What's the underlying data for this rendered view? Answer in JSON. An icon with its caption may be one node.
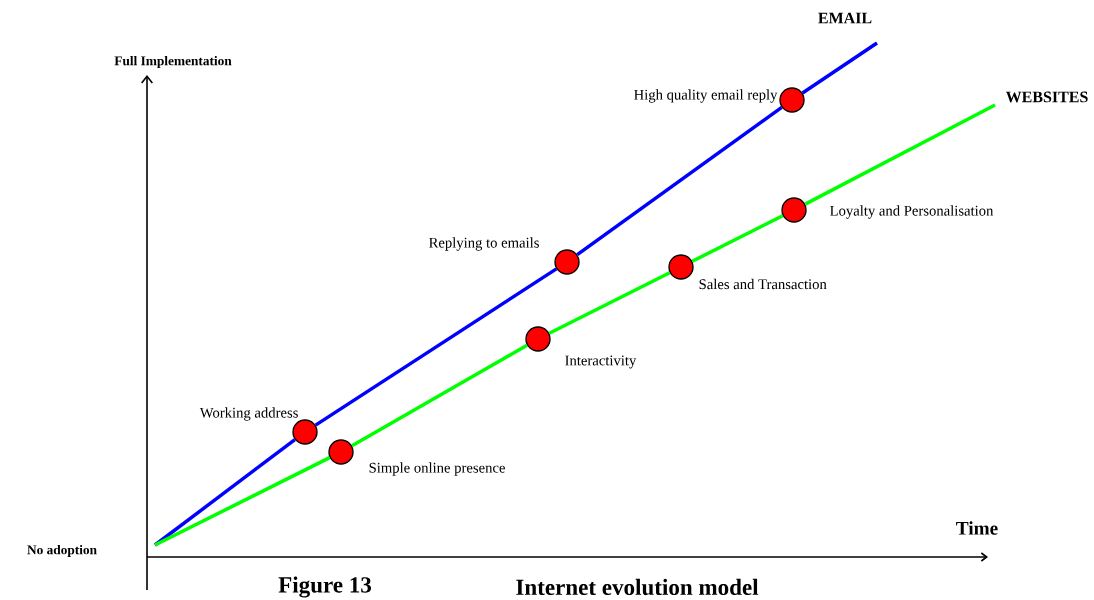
{
  "diagram": {
    "caption": "Internet evolution model",
    "nodes": [
      {
        "text": [],
        "shape": "circle",
        "beside": [
          "High quality email reply"
        ]
      },
      {
        "text": [],
        "shape": "circle",
        "beside": [
          "Loyalty and Personalisation"
        ]
      },
      {
        "text": [],
        "shape": "circle",
        "beside": [
          "Replying  to emails"
        ]
      },
      {
        "text": [],
        "shape": "circle",
        "beside": [
          "Sales and Transaction"
        ]
      },
      {
        "text": [],
        "shape": "circle",
        "beside": [
          "Interactivity"
        ]
      },
      {
        "text": [],
        "shape": "circle",
        "beside": [
          "Working address"
        ]
      },
      {
        "text": [],
        "shape": "circle",
        "beside": [
          "Simple online presence"
        ]
      }
    ],
    "edges": [
      {
        "from": null,
        "to": 5,
        "arrow": "none",
        "color": "#0000ff"
      },
      {
        "from": 5,
        "to": 2,
        "arrow": "none",
        "color": "#0000ff"
      },
      {
        "from": 2,
        "to": 0,
        "arrow": "none",
        "color": "#0000ff"
      },
      {
        "from": 0,
        "to": null,
        "arrow": "none",
        "color": "#0000ff"
      },
      {
        "from": null,
        "to": 6,
        "arrow": "none",
        "color": "#00ff00"
      },
      {
        "from": 6,
        "to": 4,
        "arrow": "none",
        "color": "#00ff00"
      },
      {
        "from": 4,
        "to": 3,
        "arrow": "none",
        "color": "#00ff00"
      },
      {
        "from": 3,
        "to": 1,
        "arrow": "none",
        "color": "#00ff00"
      },
      {
        "from": 1,
        "to": null,
        "arrow": "none",
        "color": "#00ff00"
      }
    ],
    "labels": [
      "EMAIL",
      "Full Implementation",
      "WEBSITES",
      "Time",
      "No adoption",
      "Figure 13"
    ]
  }
}
